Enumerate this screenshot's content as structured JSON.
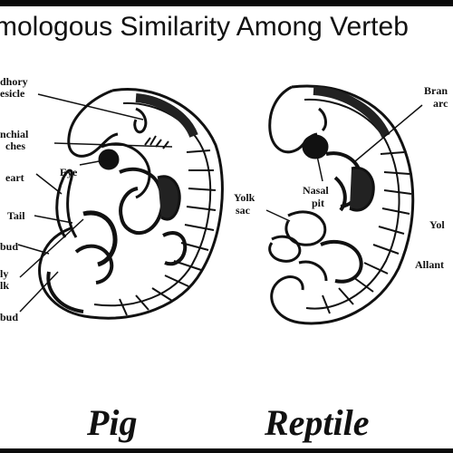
{
  "title": "mologous Similarity Among Verteb",
  "captions": {
    "pig": "Pig",
    "reptile": "Reptile"
  },
  "pig_labels": {
    "auditory_vesicle_1": "dhory",
    "auditory_vesicle_2": "esicle",
    "branchial_arches_1": "nchial",
    "branchial_arches_2": "ches",
    "eye": "Eye",
    "heart": "eart",
    "tail": "Tail",
    "limb_bud": "bud",
    "yolk_stalk_1": "ly",
    "yolk_stalk_2": "lk",
    "limb_bud_2": "bud"
  },
  "reptile_labels": {
    "branchial_arches_1": "Bran",
    "branchial_arches_2": "arc",
    "yolk_sac_1": "Yolk",
    "yolk_sac_2": "sac",
    "nasal_pit_1": "Nasal",
    "nasal_pit_2": "pit",
    "yolk": "Yol",
    "allantois": "Allant"
  }
}
